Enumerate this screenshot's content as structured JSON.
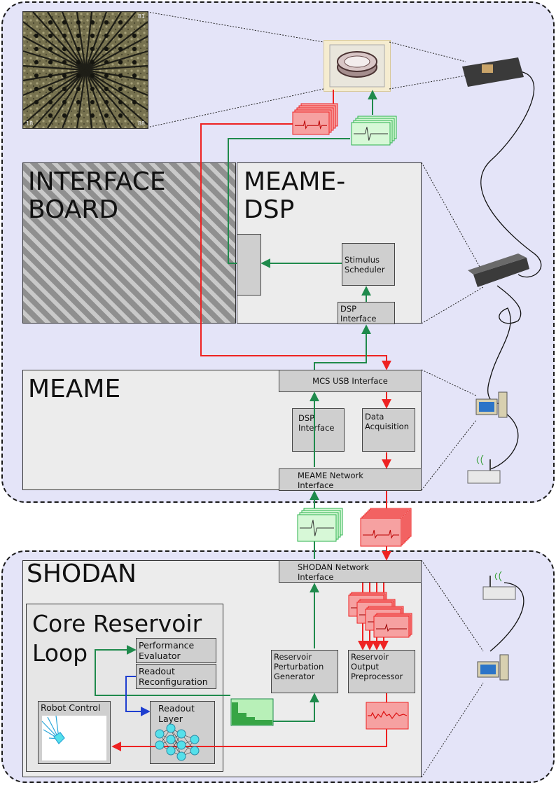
{
  "interface_board": {
    "title": "INTERFACE\nBOARD"
  },
  "meame_dsp": {
    "title": "MEAME-\nDSP",
    "stimulus_scheduler": "Stimulus\nScheduler",
    "dsp_interface": "DSP\nInterface"
  },
  "meame": {
    "title": "MEAME",
    "mcs_usb_interface": "MCS USB Interface",
    "dsp_interface": "DSP\nInterface",
    "data_acquisition": "Data\nAcquisition",
    "network_interface": "MEAME Network\nInterface"
  },
  "shodan": {
    "title": "SHODAN",
    "network_interface": "SHODAN Network\nInterface",
    "perturbation_generator": "Reservoir\nPerturbation\nGenerator",
    "output_preprocessor": "Reservoir\nOutput\nPreprocessor"
  },
  "core_loop": {
    "title": "Core Reservoir\nLoop",
    "performance_evaluator": "Performance\nEvaluator",
    "readout_reconfiguration": "Readout\nReconfiguration",
    "robot_control": "Robot Control",
    "readout_layer": "Readout\nLayer"
  },
  "mea_chip": {
    "corner_labels": [
      "81",
      "18",
      "88"
    ]
  },
  "colors": {
    "spike_red": "#ee2222",
    "stim_green": "#1f8a4c",
    "control_blue": "#1f3fd0",
    "region_fill": "#e4e4f8"
  }
}
